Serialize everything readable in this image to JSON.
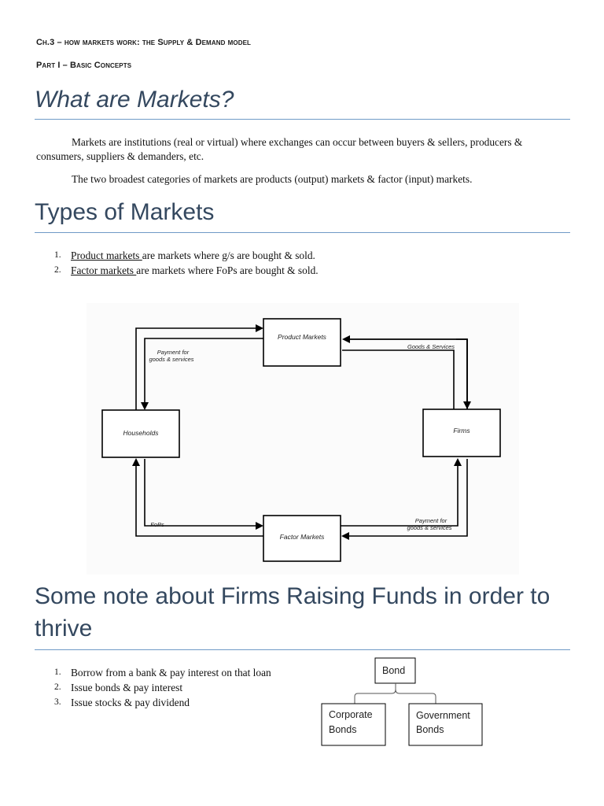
{
  "header": {
    "chapter": "Ch.3 – how markets work: the Supply & Demand model",
    "part": "Part I – Basic Concepts"
  },
  "section1": {
    "heading": "What are Markets?",
    "para1": "Markets are institutions (real or virtual) where exchanges can occur between buyers & sellers, producers & consumers, suppliers & demanders, etc.",
    "para2": "The two broadest categories of markets are products (output) markets & factor (input) markets."
  },
  "section2": {
    "heading": "Types of Markets",
    "items": [
      {
        "num": "1.",
        "term": "Product markets ",
        "rest": "are markets where g/s are bought & sold."
      },
      {
        "num": "2.",
        "term": "Factor markets ",
        "rest": "are markets where FoPs are bought & sold."
      }
    ]
  },
  "flow_diagram": {
    "product_markets": "Product Markets",
    "factor_markets": "Factor Markets",
    "households": "Households",
    "firms": "Firms",
    "payment_goods_line1": "Payment for",
    "payment_goods_line2": "goods & services",
    "goods_services": "Goods & Services",
    "fops": "FoPs",
    "payment_goods2_line1": "Payment for",
    "payment_goods2_line2": "goods & services"
  },
  "section3": {
    "heading_line1": "Some note about Firms Raising Funds in order to",
    "heading_line2": "thrive",
    "items": [
      {
        "num": "1.",
        "text": "Borrow from a bank & pay interest on that loan"
      },
      {
        "num": "2.",
        "text": "Issue bonds & pay interest"
      },
      {
        "num": "3.",
        "text": "Issue stocks & pay dividend"
      }
    ]
  },
  "bond_chart": {
    "root": "Bond",
    "child1_line1": "Corporate",
    "child1_line2": "Bonds",
    "child2_line1": "Government",
    "child2_line2": "Bonds"
  }
}
